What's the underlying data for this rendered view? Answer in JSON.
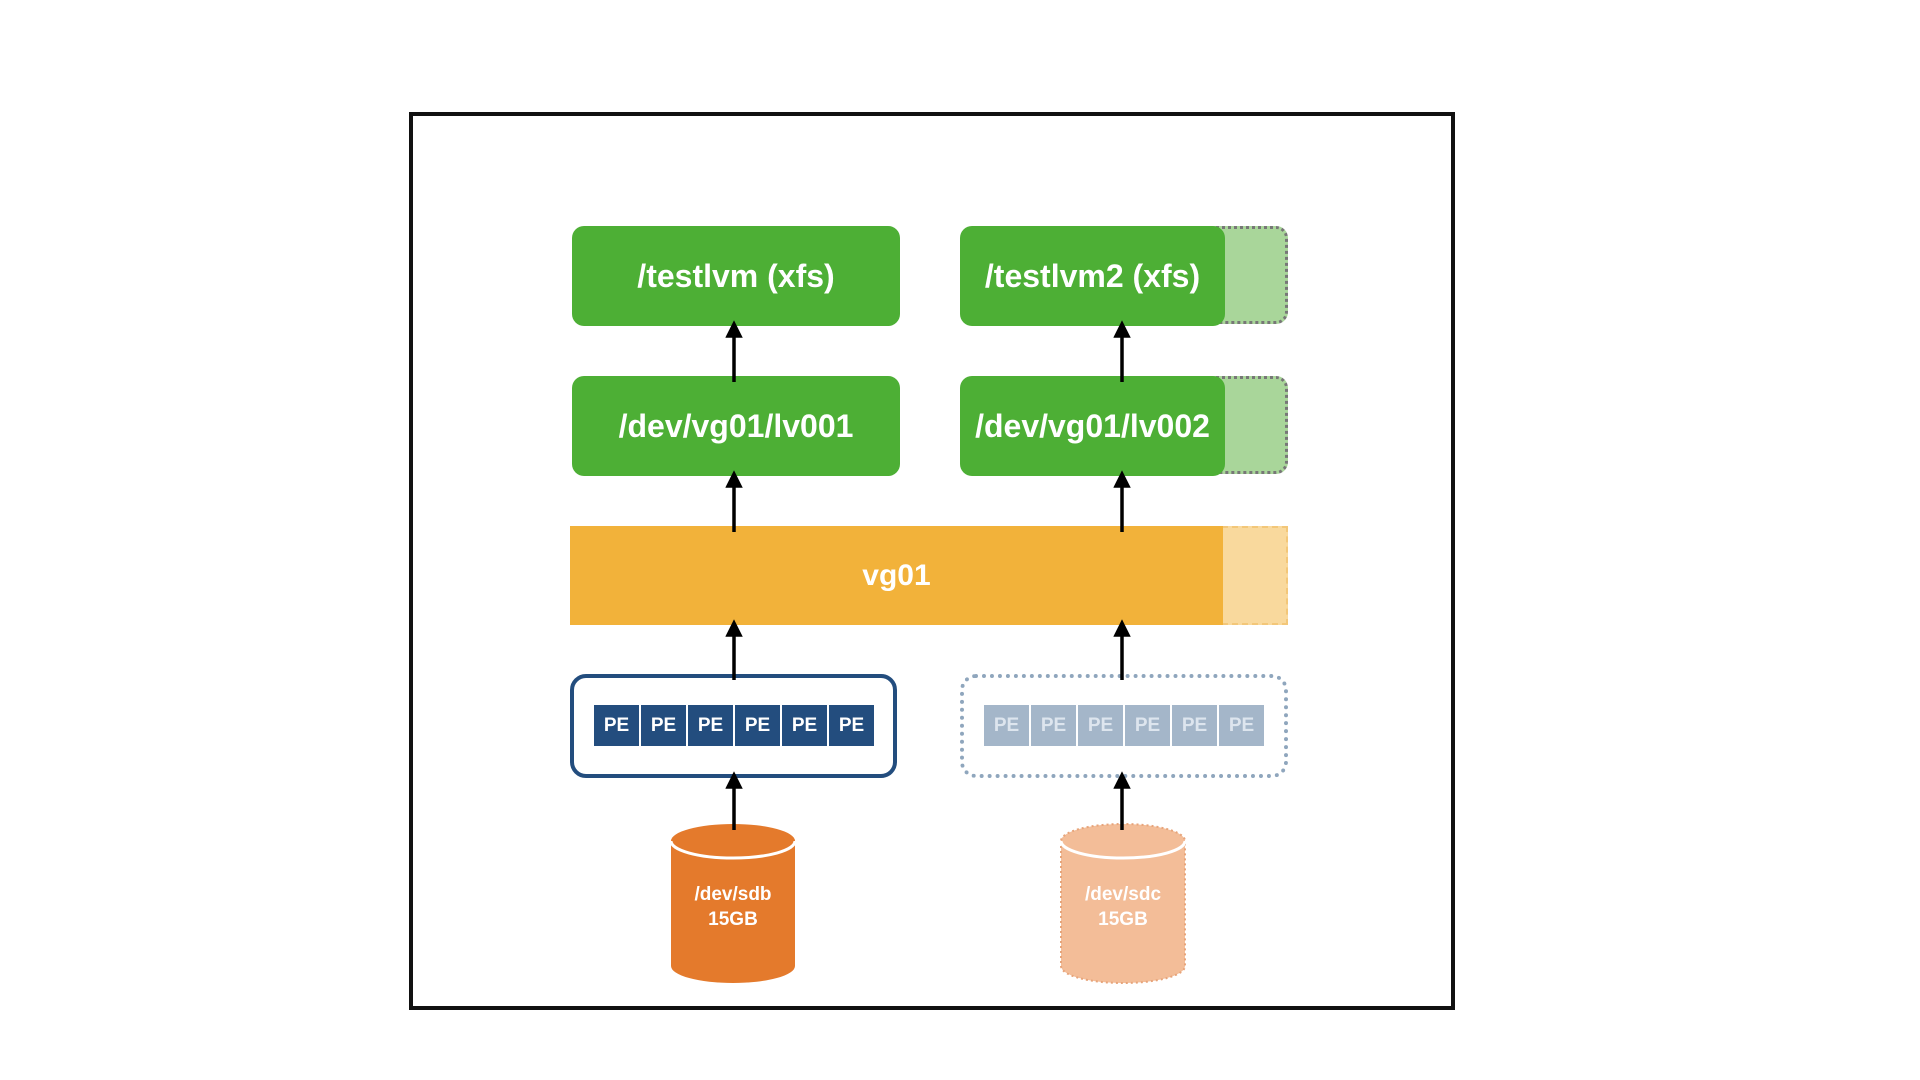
{
  "filesystems": {
    "fs1": "/testlvm (xfs)",
    "fs2": "/testlvm2 (xfs)"
  },
  "logical_volumes": {
    "lv1": "/dev/vg01/lv001",
    "lv2": "/dev/vg01/lv002"
  },
  "volume_group": {
    "name": "vg01"
  },
  "physical_extents": {
    "pv1": [
      "PE",
      "PE",
      "PE",
      "PE",
      "PE",
      "PE"
    ],
    "pv2": [
      "PE",
      "PE",
      "PE",
      "PE",
      "PE",
      "PE"
    ]
  },
  "disks": {
    "sdb": {
      "name": "/dev/sdb",
      "size": "15GB"
    },
    "sdc": {
      "name": "/dev/sdc",
      "size": "15GB"
    }
  },
  "colors": {
    "green": "#4daf35",
    "green_ext": "#a9d69a",
    "orange": "#f2b23a",
    "orange_ext": "#f9d99d",
    "pe_blue": "#234d7e",
    "pe_faded": "#a4b6c9",
    "disk_solid": "#e47a2c",
    "disk_faded": "#f3bd98"
  }
}
